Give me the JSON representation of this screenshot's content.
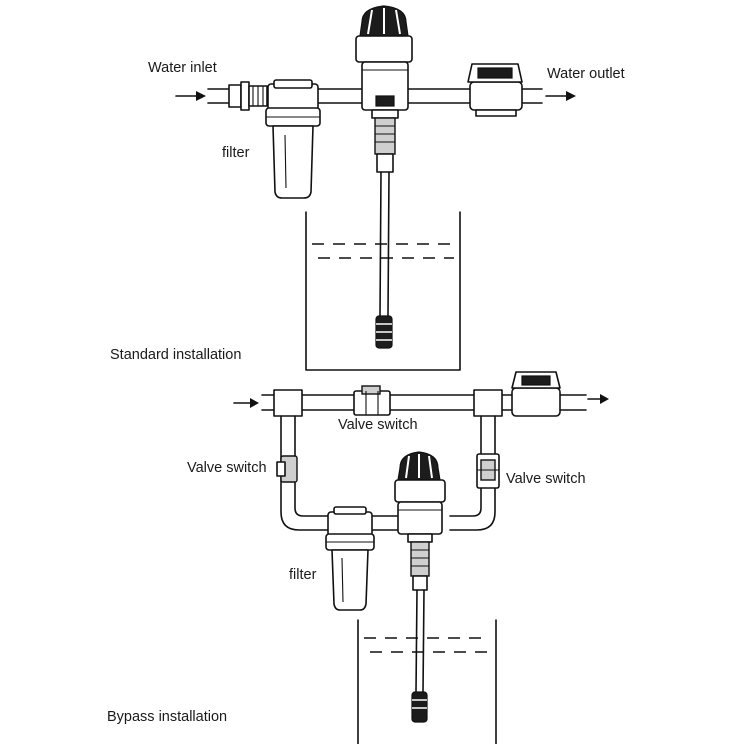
{
  "standard": {
    "water_inlet": "Water inlet",
    "water_outlet": "Water outlet",
    "filter": "filter",
    "title": "Standard installation"
  },
  "bypass": {
    "valve_switch_top": "Valve switch",
    "valve_switch_left": "Valve switch",
    "valve_switch_right": "Valve switch",
    "filter": "filter",
    "title": "Bypass installation"
  }
}
